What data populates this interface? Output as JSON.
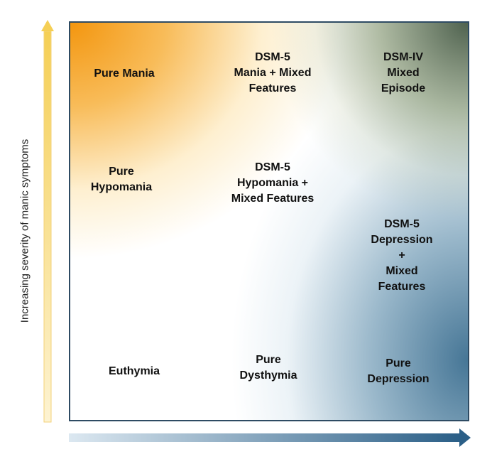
{
  "axes": {
    "y_label": "Increasing severity of manic symptoms",
    "colors": {
      "y_arrow": "#f7d98a",
      "x_arrow_start": "#dbe6ef",
      "x_arrow_end": "#2e6088",
      "border": "#2e4b63"
    }
  },
  "cells": {
    "pure_mania": "Pure Mania",
    "dsm5_mania_mixed": "DSM-5\nMania + Mixed\nFeatures",
    "dsmiv_mixed_episode": "DSM-IV\nMixed Episode",
    "pure_hypomania": "Pure\nHypomania",
    "dsm5_hypomania_mixed": "DSM-5\nHypomania +\nMixed Features",
    "dsm5_depression_mixed": "DSM-5\nDepression +\nMixed Features",
    "euthymia": "Euthymia",
    "pure_dysthymia": "Pure\nDysthymia",
    "pure_depression": "Pure\nDepression"
  }
}
